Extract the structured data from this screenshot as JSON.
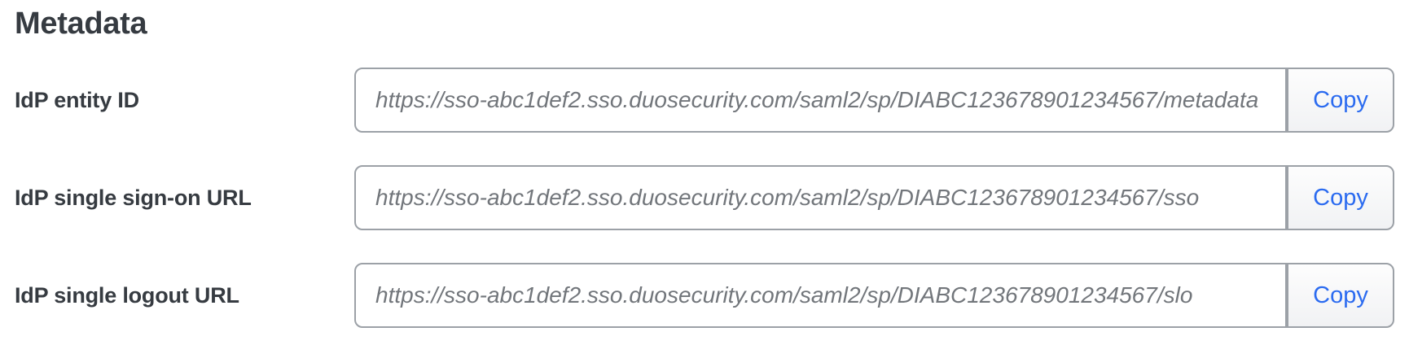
{
  "section": {
    "title": "Metadata"
  },
  "fields": [
    {
      "label": "IdP entity ID",
      "value": "https://sso-abc1def2.sso.duosecurity.com/saml2/sp/DIABC123678901234567/metadata",
      "copy_label": "Copy"
    },
    {
      "label": "IdP single sign-on URL",
      "value": "https://sso-abc1def2.sso.duosecurity.com/saml2/sp/DIABC123678901234567/sso",
      "copy_label": "Copy"
    },
    {
      "label": "IdP single logout URL",
      "value": "https://sso-abc1def2.sso.duosecurity.com/saml2/sp/DIABC123678901234567/slo",
      "copy_label": "Copy"
    }
  ],
  "colors": {
    "accent_blue": "#2b6bf0",
    "heading_text": "#363b41",
    "value_text": "#72767b",
    "input_border": "#9ca1a7"
  }
}
